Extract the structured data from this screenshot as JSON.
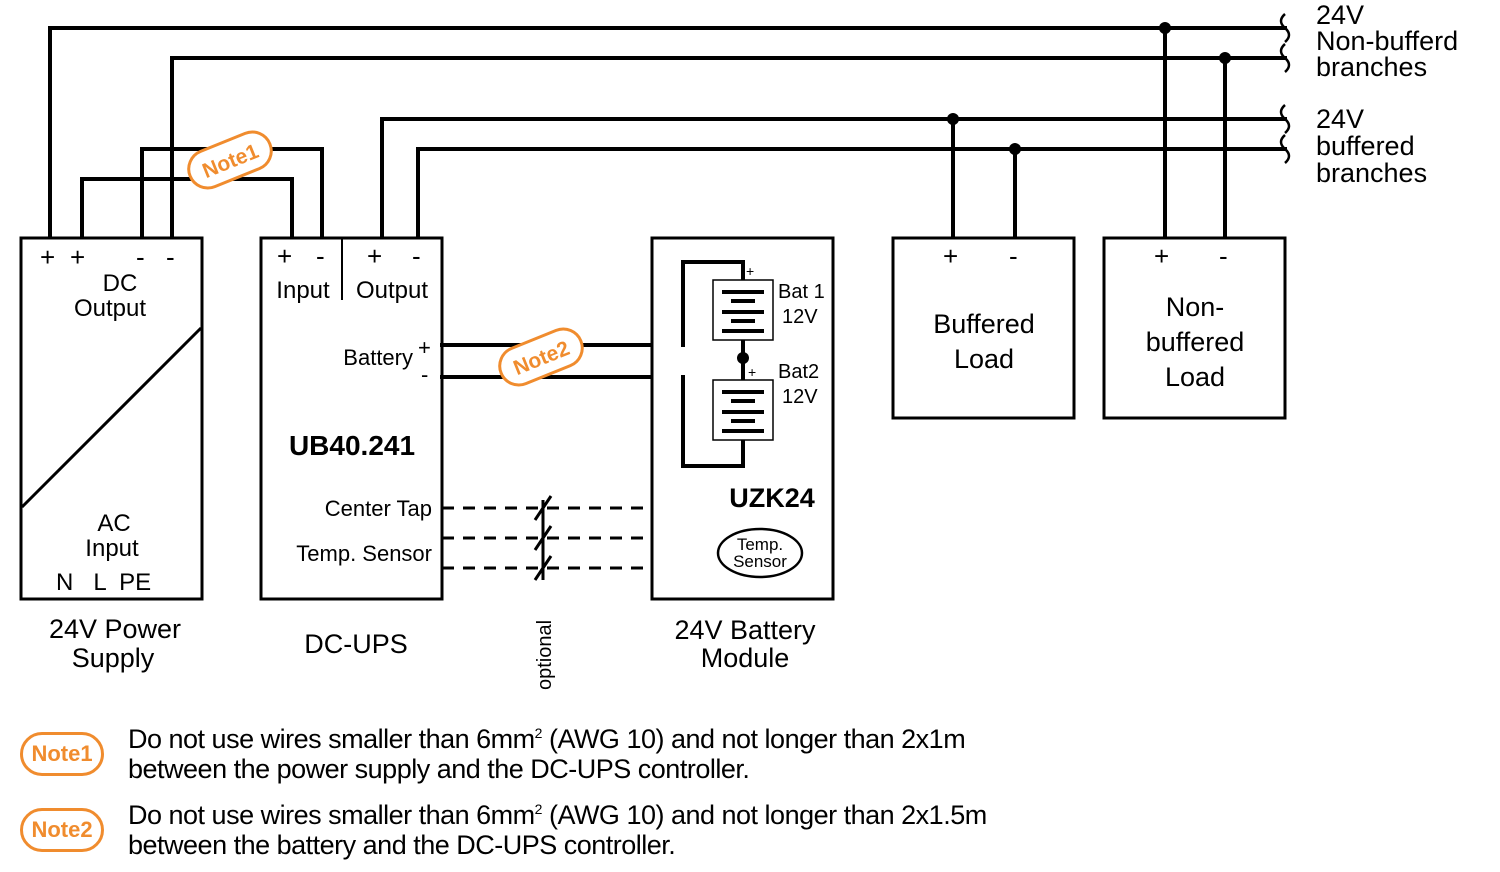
{
  "labels": {
    "branch_nonbuf_voltage": "24V",
    "branch_nonbuf_l1": "Non-bufferd",
    "branch_nonbuf_l2": "branches",
    "branch_buf_voltage": "24V",
    "branch_buf_l1": "buffered",
    "branch_buf_l2": "branches",
    "psu_dc_l1": "DC",
    "psu_dc_l2": "Output",
    "psu_ac_l1": "AC",
    "psu_ac_l2": "Input",
    "psu_terminals": "N   L  PE",
    "psu_caption_l1": "24V Power",
    "psu_caption_l2": "Supply",
    "ups_input": "Input",
    "ups_output": "Output",
    "ups_battery": "Battery",
    "ups_model": "UB40.241",
    "ups_center_tap": "Center Tap",
    "ups_temp_sensor": "Temp. Sensor",
    "ups_caption": "DC-UPS",
    "optional": "optional",
    "bat1_name": "Bat 1",
    "bat1_volt": "12V",
    "bat2_name": "Bat2",
    "bat2_volt": "12V",
    "bm_model": "UZK24",
    "bm_temp_l1": "Temp.",
    "bm_temp_l2": "Sensor",
    "bm_caption_l1": "24V Battery",
    "bm_caption_l2": "Module",
    "buf_load_l1": "Buffered",
    "buf_load_l2": "Load",
    "nonbuf_load_l1": "Non-",
    "nonbuf_load_l2": "buffered",
    "nonbuf_load_l3": "Load",
    "plus": "+",
    "minus": "-",
    "note1_badge": "Note1",
    "note2_badge": "Note2"
  },
  "notes": [
    {
      "badge": "Note1",
      "line1_pre": "Do not use wires smaller than 6mm",
      "sup": "2",
      "line1_post": " (AWG 10) and not longer than 2x1m",
      "line2": "between the power supply and the DC-UPS controller."
    },
    {
      "badge": "Note2",
      "line1_pre": "Do not use wires smaller than 6mm",
      "sup": "2",
      "line1_post": " (AWG 10) and not longer than 2x1.5m",
      "line2": "between the battery and the DC-UPS controller."
    }
  ],
  "colors": {
    "line": "#000000",
    "note_accent": "#f08c2e",
    "background": "#ffffff"
  }
}
